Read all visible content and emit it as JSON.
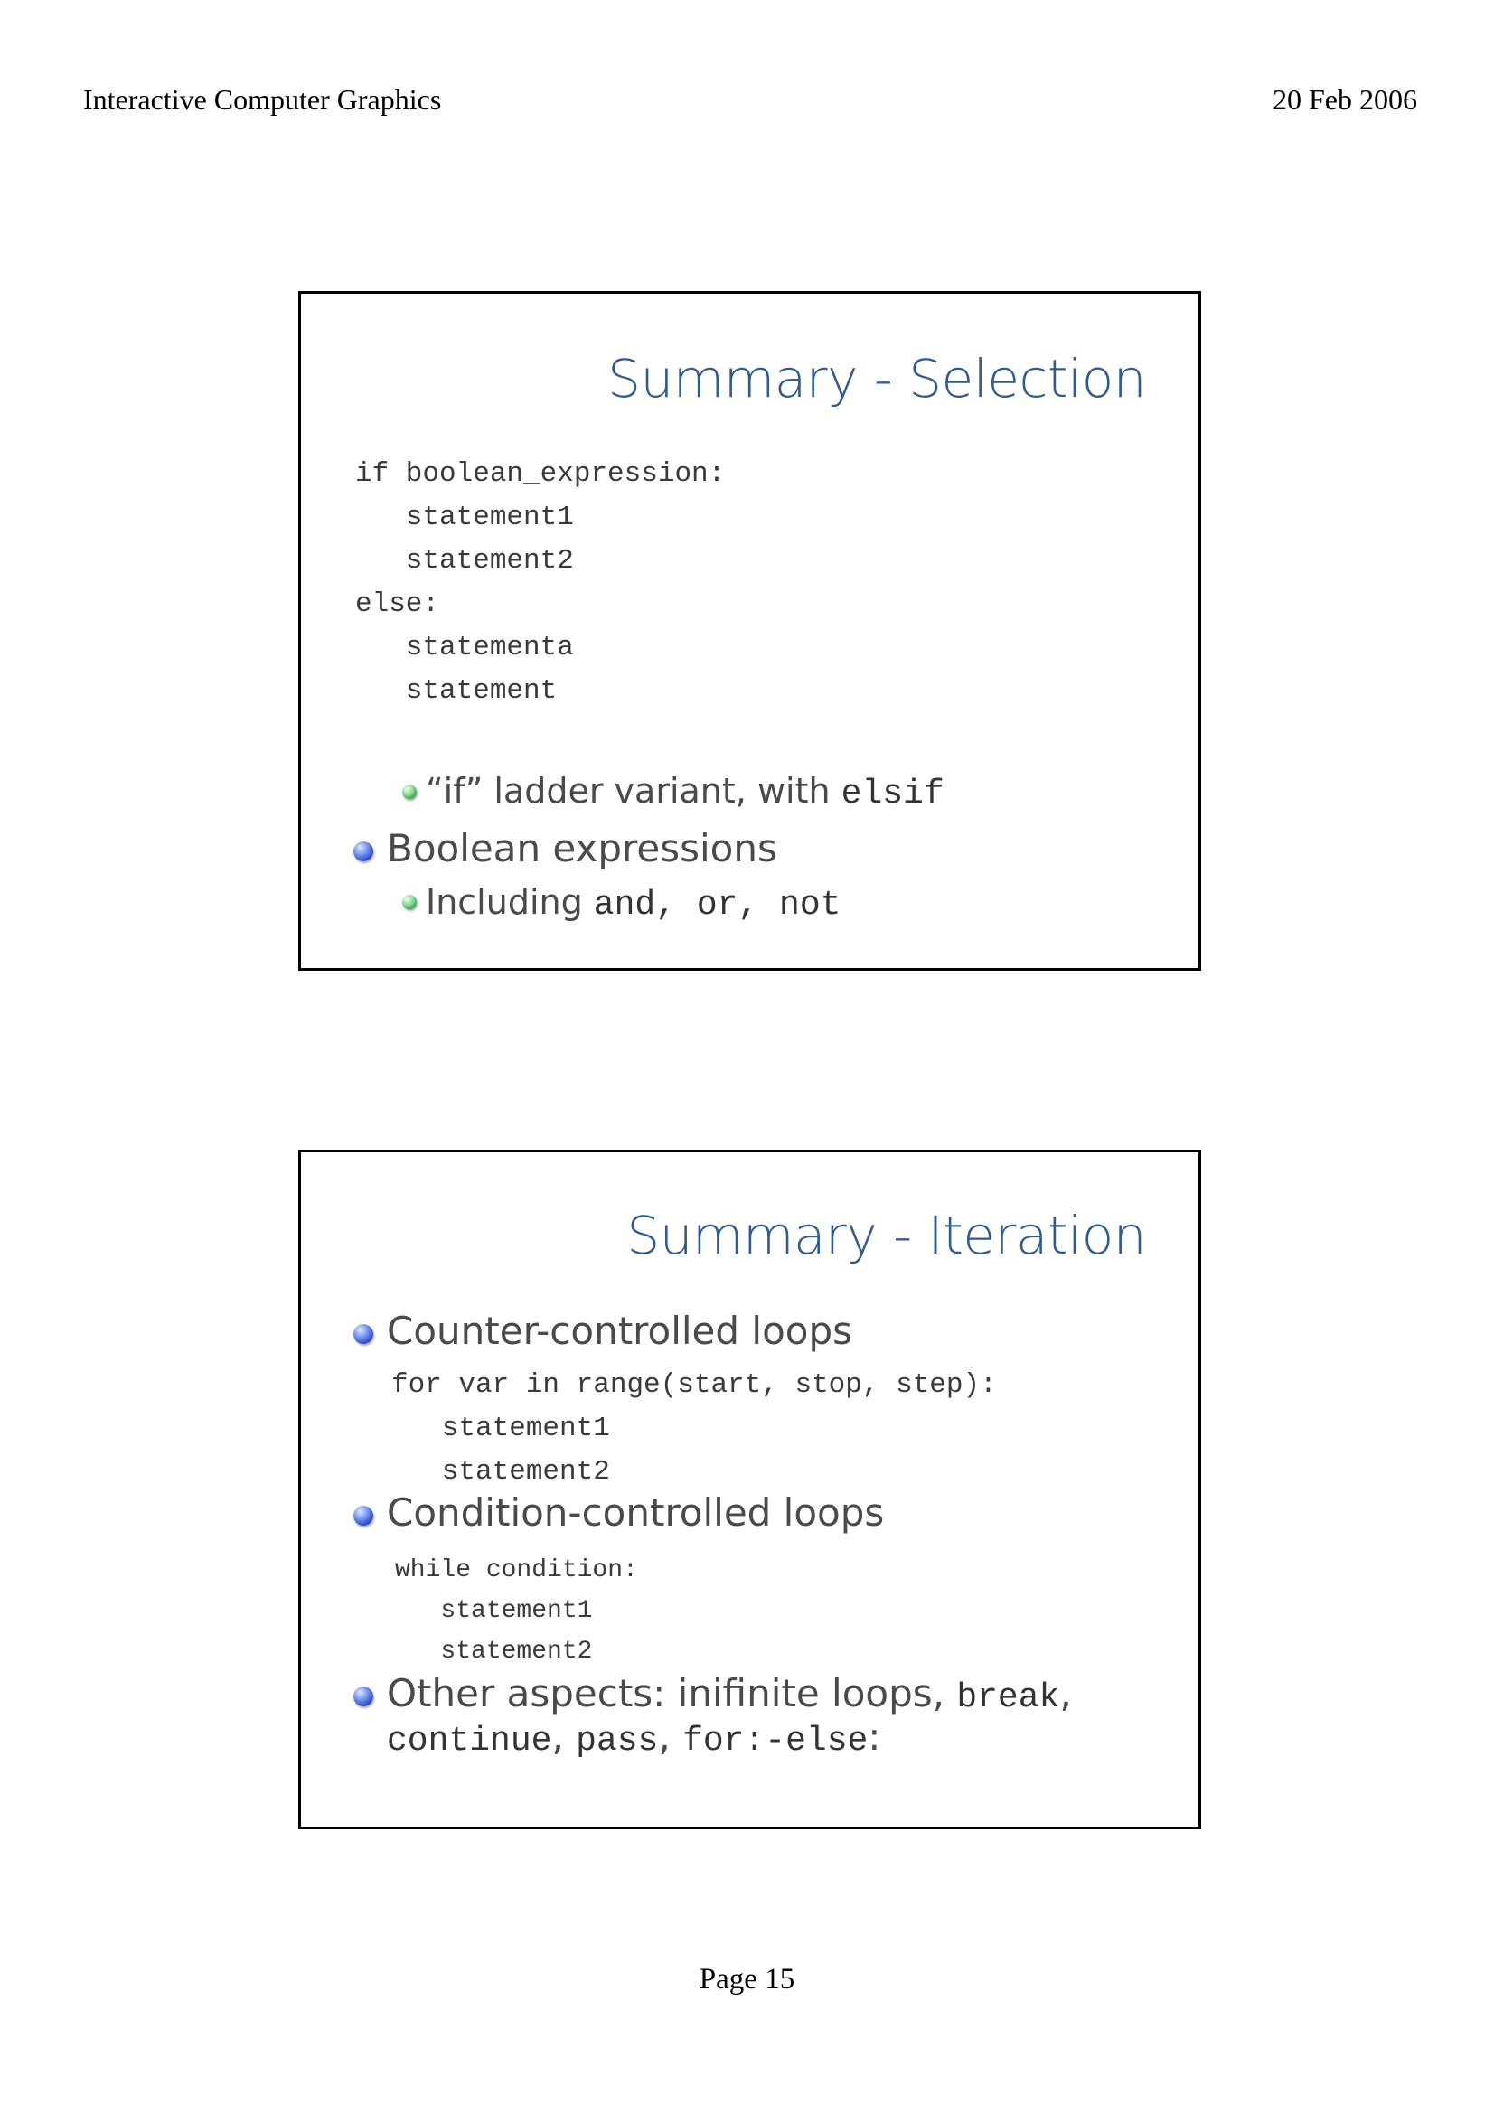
{
  "header": {
    "left": "Interactive Computer Graphics",
    "right": "20 Feb 2006"
  },
  "footer": {
    "page": "Page 15"
  },
  "slide1": {
    "title": "Summary - Selection",
    "code": [
      "if boolean_expression:",
      "   statement1",
      "   statement2",
      "else:",
      "   statementa",
      "   statement"
    ],
    "sub1_text": "“if” ladder variant, with ",
    "sub1_code": "elsif",
    "bullet1": "Boolean expressions",
    "sub2_text": "Including ",
    "sub2_code": "and, or, not"
  },
  "slide2": {
    "title": "Summary - Iteration",
    "bullet1": "Counter-controlled loops",
    "code1": [
      "for var in range(start, stop, step):",
      "   statement1",
      "   statement2"
    ],
    "bullet2": "Condition-controlled loops",
    "code2": [
      "while condition:",
      "   statement1",
      "   statement2"
    ],
    "bullet3_text": "Other aspects: inifinite loops, ",
    "bullet3_code1": "break",
    "bullet3_sep1": ",",
    "bullet3_code2": "continue",
    "bullet3_sep2": ", ",
    "bullet3_code3": "pass",
    "bullet3_sep3": ", ",
    "bullet3_code4": "for:-else",
    "bullet3_end": ":"
  }
}
